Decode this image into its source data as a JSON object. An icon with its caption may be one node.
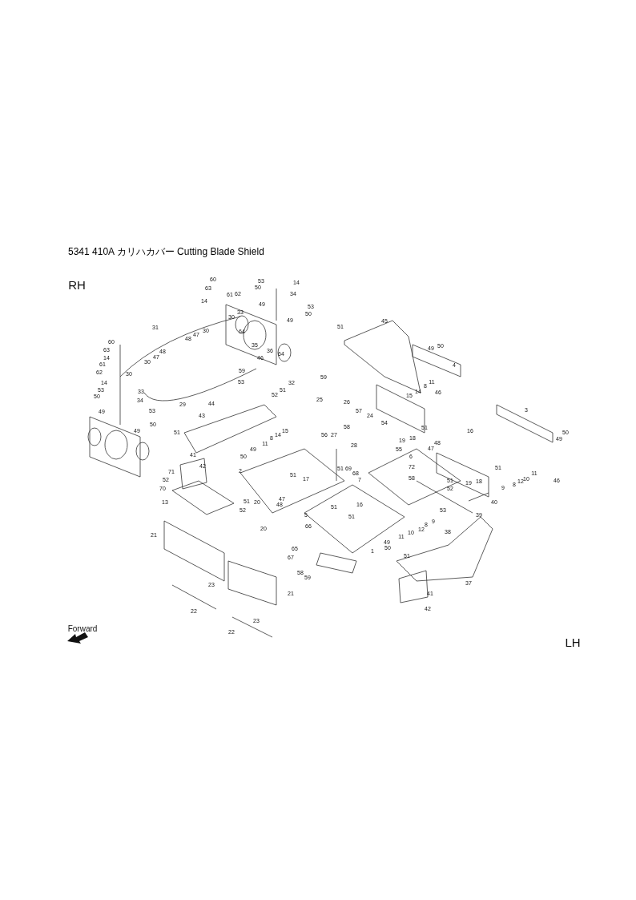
{
  "diagram": {
    "title": "5341 410A カリハカバー Cutting Blade Shield",
    "labels": [
      "RH",
      "60",
      "53",
      "14",
      "50",
      "63",
      "34",
      "61",
      "62",
      "14",
      "49",
      "53",
      "33",
      "50",
      "30",
      "49",
      "45",
      "51",
      "31",
      "30",
      "64",
      "47",
      "48",
      "60",
      "35",
      "50",
      "49",
      "63",
      "36",
      "48",
      "64",
      "47",
      "14",
      "46",
      "30",
      "4",
      "61",
      "59",
      "62",
      "30",
      "59",
      "11",
      "32",
      "53",
      "14",
      "8",
      "53",
      "14",
      "33",
      "46",
      "15",
      "51",
      "50",
      "52",
      "25",
      "34",
      "26",
      "29",
      "44",
      "3",
      "57",
      "53",
      "49",
      "43",
      "24",
      "54",
      "50",
      "58",
      "51",
      "15",
      "16",
      "49",
      "50",
      "51",
      "56",
      "27",
      "14",
      "18",
      "8",
      "49",
      "19",
      "48",
      "11",
      "28",
      "47",
      "55",
      "49",
      "41",
      "6",
      "50",
      "42",
      "51",
      "51",
      "69",
      "72",
      "71",
      "2",
      "68",
      "11",
      "51",
      "58",
      "10",
      "17",
      "7",
      "52",
      "51",
      "46",
      "12",
      "19",
      "18",
      "8",
      "9",
      "70",
      "52",
      "47",
      "51",
      "20",
      "40",
      "13",
      "48",
      "16",
      "51",
      "52",
      "53",
      "5",
      "39",
      "51",
      "9",
      "8",
      "66",
      "20",
      "12",
      "38",
      "10",
      "11",
      "21",
      "49",
      "65",
      "50",
      "1",
      "51",
      "67",
      "58",
      "59",
      "37",
      "23",
      "21",
      "41",
      "42",
      "22",
      "23",
      "Forward",
      "22",
      "LH"
    ]
  }
}
